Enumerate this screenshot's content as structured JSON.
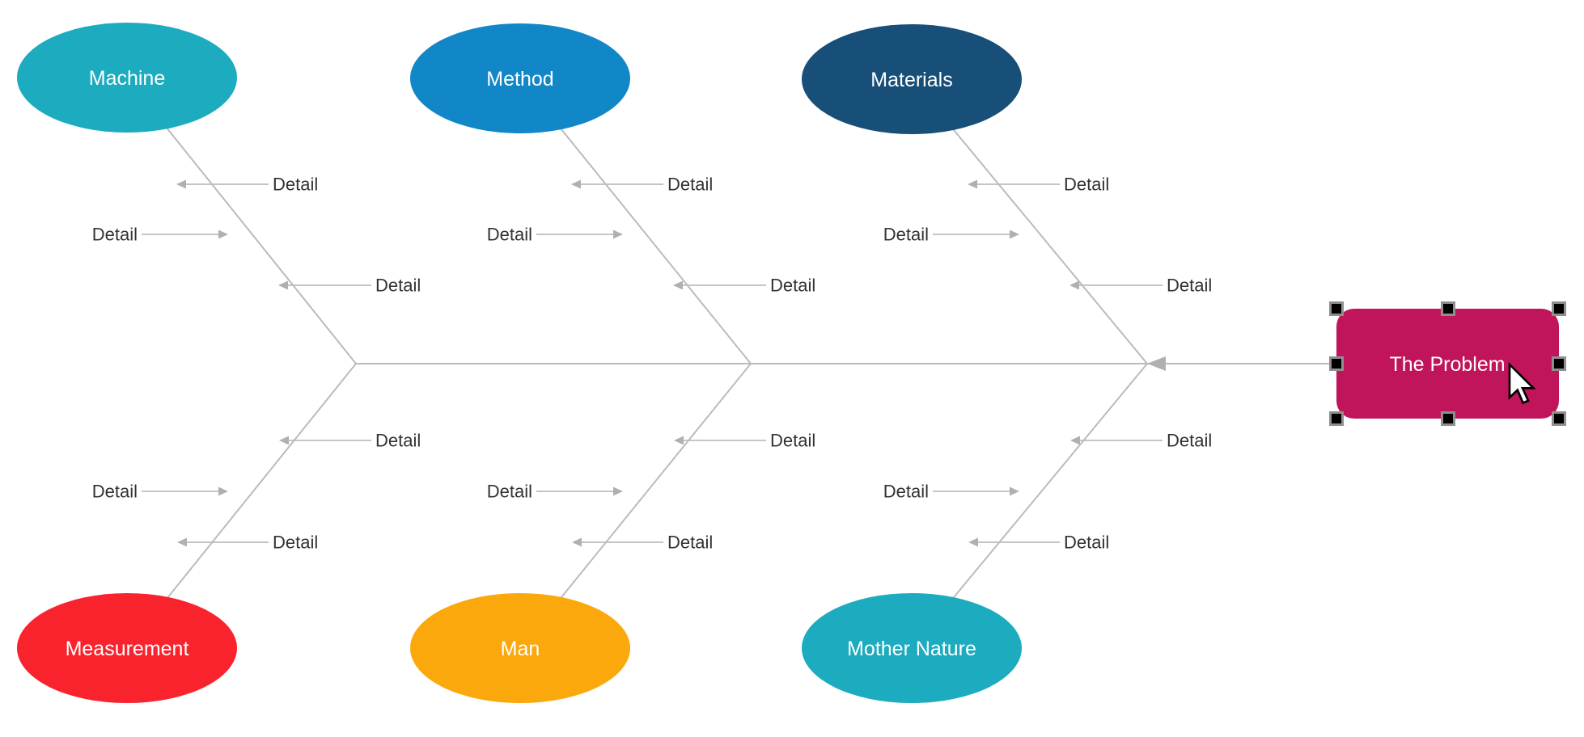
{
  "diagram": {
    "type": "fishbone-cause-effect",
    "problem": {
      "label": "The Problem",
      "fill": "#C1155B",
      "selected": true
    },
    "categories": [
      {
        "label": "Machine",
        "fill": "#1CABBF",
        "side": "top",
        "details": [
          "Detail",
          "Detail",
          "Detail"
        ]
      },
      {
        "label": "Method",
        "fill": "#1187C8",
        "side": "top",
        "details": [
          "Detail",
          "Detail",
          "Detail"
        ]
      },
      {
        "label": "Materials",
        "fill": "#174F78",
        "side": "top",
        "details": [
          "Detail",
          "Detail",
          "Detail"
        ]
      },
      {
        "label": "Measurement",
        "fill": "#F9232E",
        "side": "bottom",
        "details": [
          "Detail",
          "Detail",
          "Detail"
        ]
      },
      {
        "label": "Man",
        "fill": "#FBA80D",
        "side": "bottom",
        "details": [
          "Detail",
          "Detail",
          "Detail"
        ]
      },
      {
        "label": "Mother Nature",
        "fill": "#1CABBF",
        "side": "bottom",
        "details": [
          "Detail",
          "Detail",
          "Detail"
        ]
      }
    ],
    "colors": {
      "connector_line": "#BBBBBB",
      "arrowhead": "#B0B0B0",
      "detail_text": "#333333",
      "node_text": "#FFFFFF",
      "selection_handle": "#000000",
      "selection_handle_border": "#8F8F8F",
      "canvas_background": "#FFFFFF"
    }
  }
}
